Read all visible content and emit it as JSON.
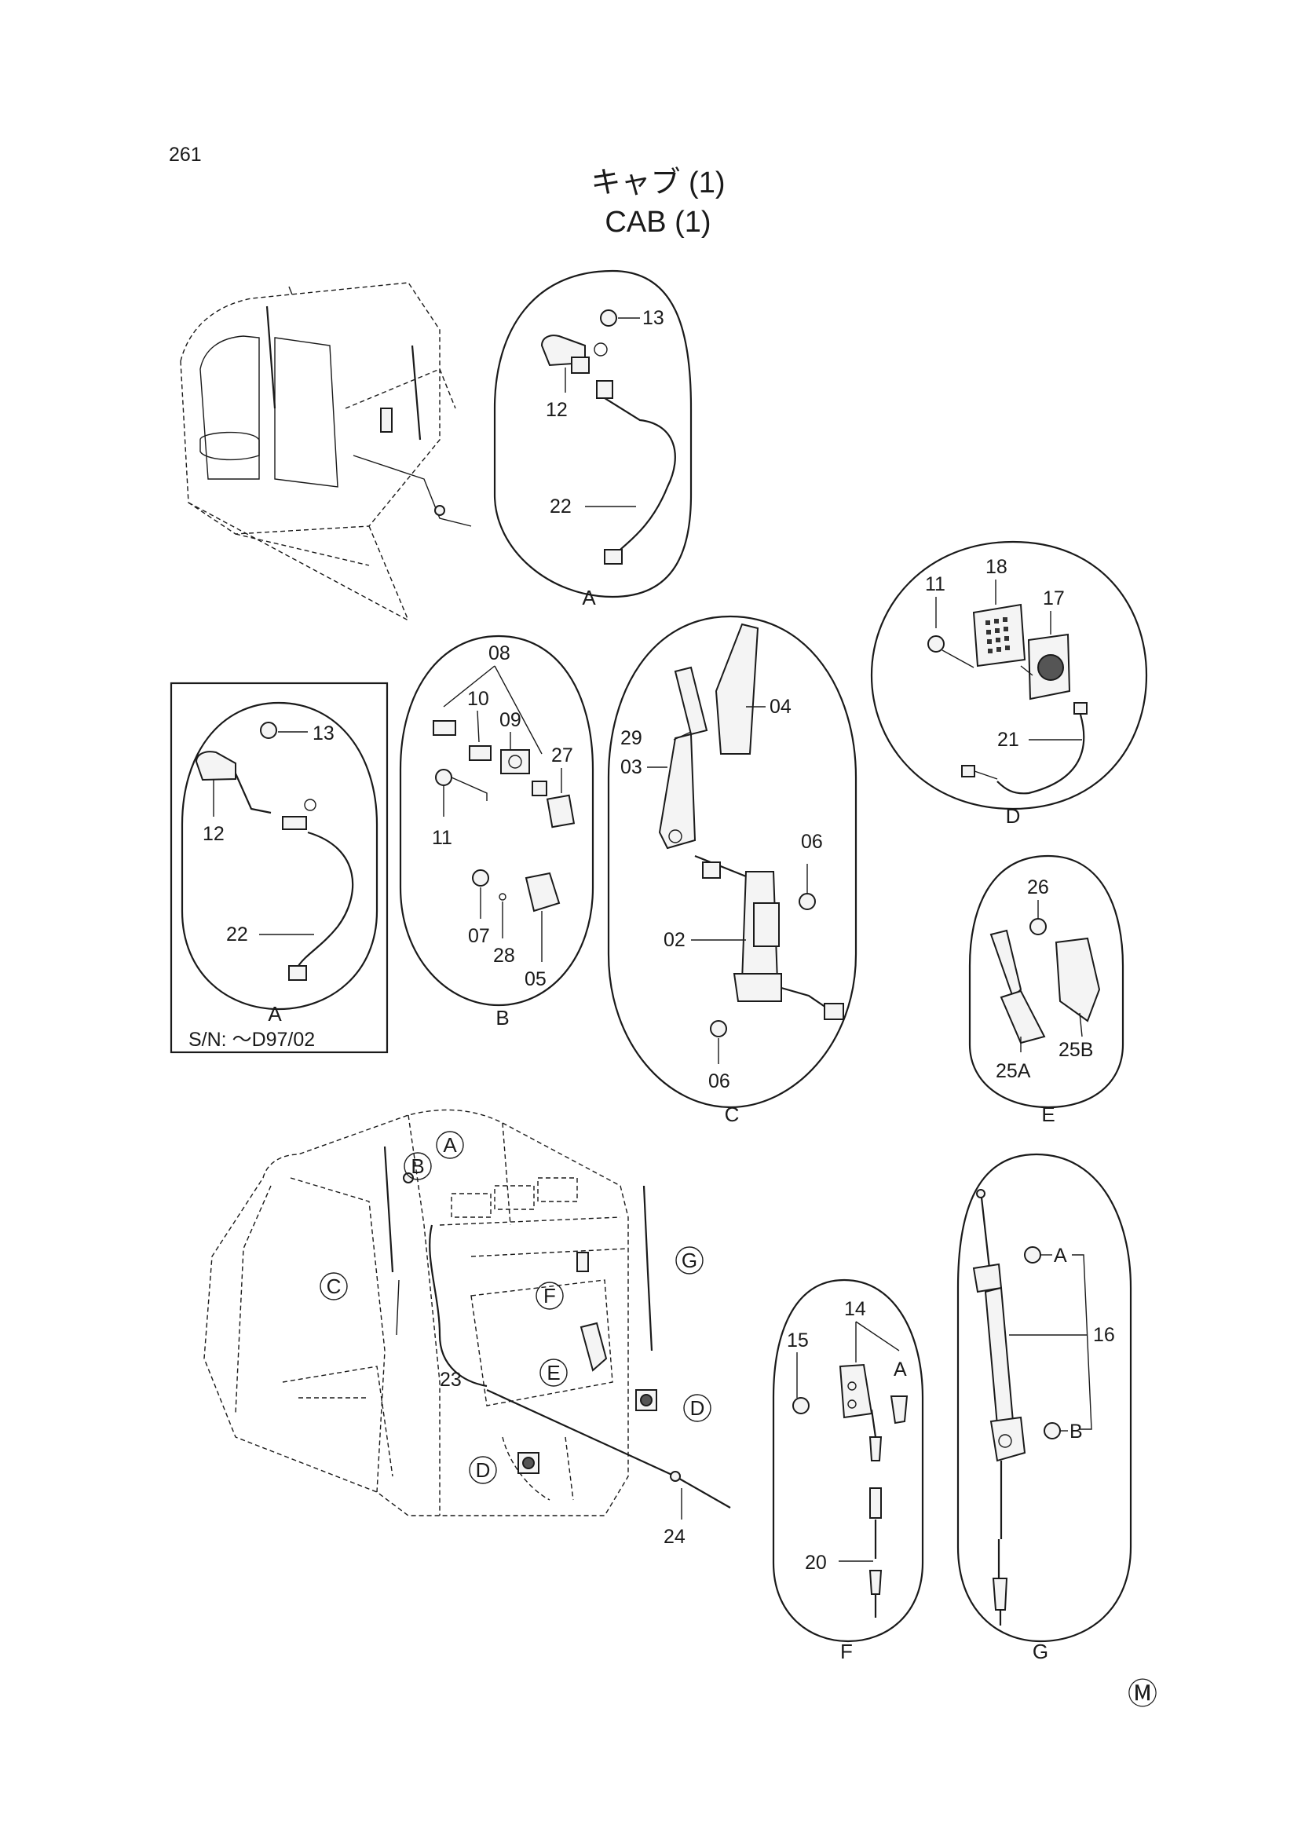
{
  "page_number": "261",
  "title_jp": "キャブ (1)",
  "title_en": "CAB (1)",
  "mark": "Ⓜ",
  "detail_a_top": {
    "section": "A",
    "labels": [
      "13",
      "12",
      "22"
    ]
  },
  "detail_b": {
    "section": "B",
    "labels": [
      "08",
      "10",
      "09",
      "27",
      "11",
      "07",
      "28",
      "05"
    ]
  },
  "detail_c": {
    "section": "C",
    "labels": [
      "04",
      "29",
      "03",
      "06",
      "02",
      "06"
    ]
  },
  "detail_d": {
    "section": "D",
    "labels": [
      "11",
      "18",
      "17",
      "21"
    ]
  },
  "detail_a_box": {
    "section": "A",
    "labels": [
      "13",
      "12",
      "22"
    ],
    "serial": "S/N: ～D97/02"
  },
  "detail_e": {
    "section": "E",
    "labels": [
      "26",
      "25A",
      "25B"
    ]
  },
  "detail_f": {
    "section": "F",
    "labels": [
      "14",
      "15",
      "A",
      "20"
    ]
  },
  "detail_g": {
    "section": "G",
    "labels": [
      "A",
      "16",
      "B"
    ]
  },
  "main_view": {
    "callouts": [
      "A",
      "B",
      "C",
      "F",
      "G",
      "E",
      "D",
      "D"
    ],
    "labels": [
      "23",
      "24"
    ]
  }
}
